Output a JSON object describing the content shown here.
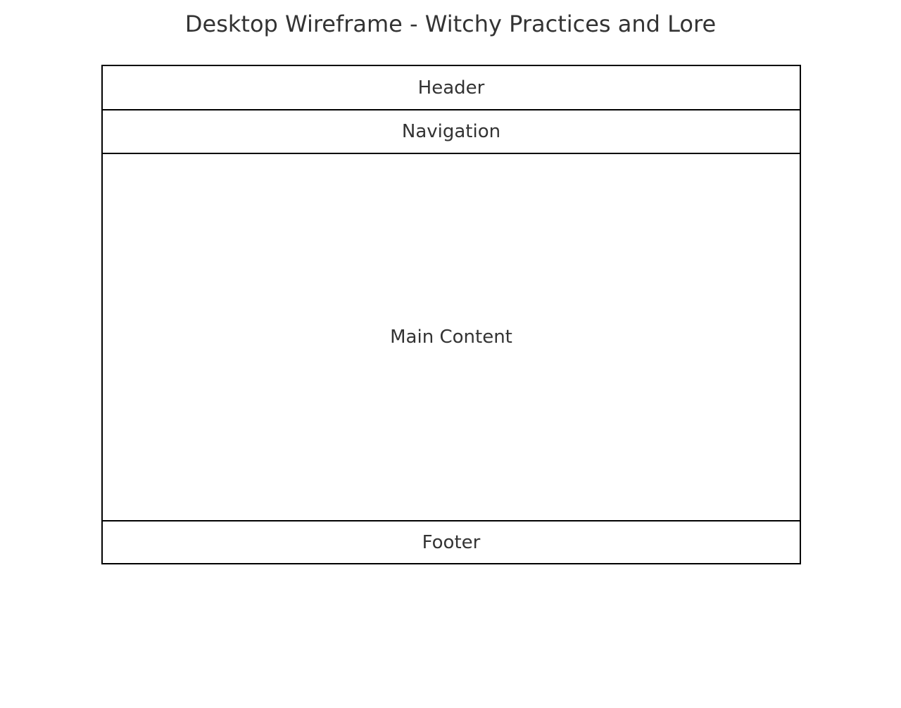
{
  "title": "Desktop Wireframe - Witchy Practices and Lore",
  "sections": {
    "header": "Header",
    "navigation": "Navigation",
    "main": "Main Content",
    "footer": "Footer"
  }
}
